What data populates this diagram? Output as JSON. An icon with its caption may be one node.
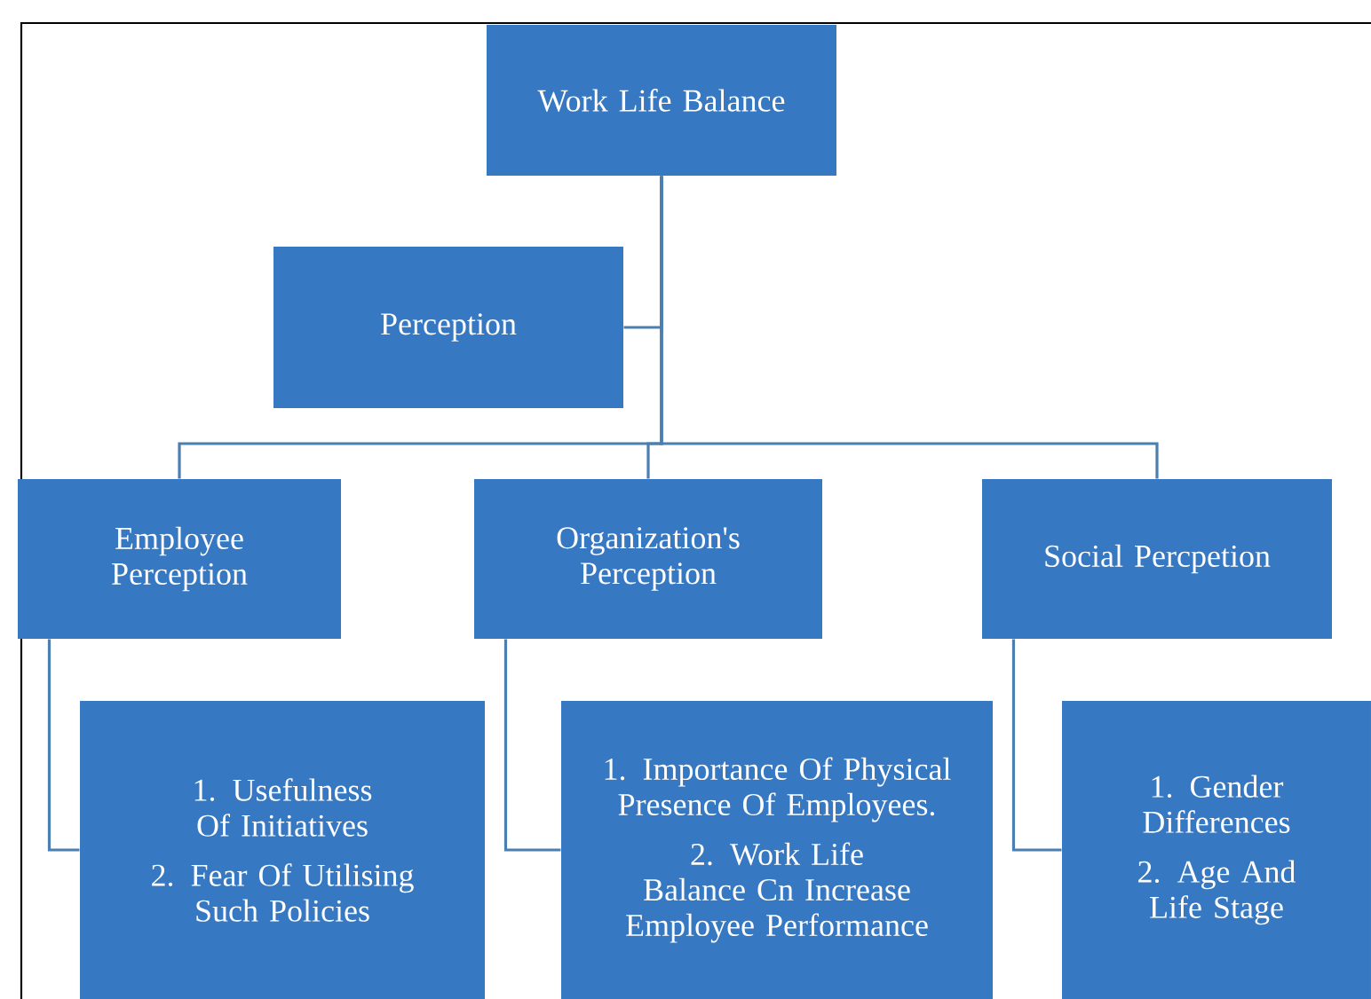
{
  "diagram": {
    "nodes": [
      {
        "text": [
          "Work Life Balance"
        ]
      },
      {
        "text": [
          "Perception"
        ]
      },
      {
        "text": [
          "Employee Perception"
        ]
      },
      {
        "text": [
          "Organization's Perception"
        ]
      },
      {
        "text": [
          "Social Percpetion"
        ]
      },
      {
        "text": [
          "1. Usefulness Of Initiatives",
          "2. Fear Of Utilising Such Policies"
        ]
      },
      {
        "text": [
          "1. Importance Of Physical Presence Of Employees.",
          "2. Work Life Balance Cn Increase Employee Performance"
        ]
      },
      {
        "text": [
          "1. Gender Differences",
          "2. Age And Life Stage"
        ]
      }
    ],
    "edges": [
      {
        "from": 0,
        "to": 1,
        "arrow": "none"
      },
      {
        "from": 0,
        "to": 2,
        "arrow": "none"
      },
      {
        "from": 0,
        "to": 3,
        "arrow": "none"
      },
      {
        "from": 0,
        "to": 4,
        "arrow": "none"
      },
      {
        "from": 2,
        "to": 5,
        "arrow": "none"
      },
      {
        "from": 3,
        "to": 6,
        "arrow": "none"
      },
      {
        "from": 4,
        "to": 7,
        "arrow": "none"
      }
    ]
  }
}
